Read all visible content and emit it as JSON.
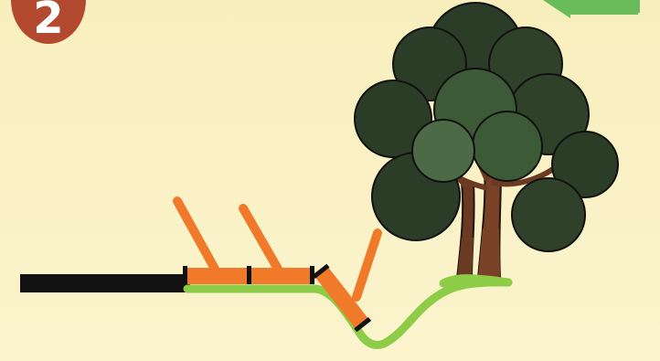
{
  "step": {
    "number": "2"
  },
  "colors": {
    "background_top": "#f8f0bd",
    "background_bottom": "#fbf4cc",
    "badge": "#b34a30",
    "arrow": "#6abb5a",
    "rail": "#111111",
    "orange": "#f07a2a",
    "ground": "#8ccc46",
    "trunk": "#6a3a22",
    "foliage_dark": "#2a3b25",
    "foliage_mid": "#3d5a37"
  },
  "icons": {
    "step_badge": "numbered-circle",
    "direction_arrow": "green-arrow-left",
    "tree": "tree-icon"
  }
}
